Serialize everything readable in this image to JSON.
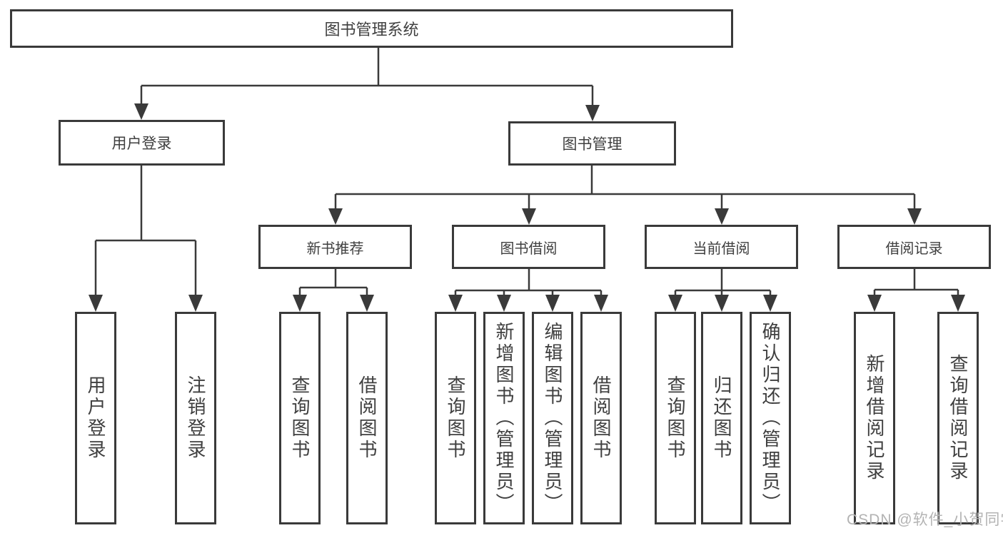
{
  "tree": {
    "root": "图书管理系统",
    "children": [
      {
        "label": "用户登录",
        "children": [
          "用户登录",
          "注销登录"
        ]
      },
      {
        "label": "图书管理",
        "children": [
          {
            "label": "新书推荐",
            "children": [
              "查询图书",
              "借阅图书"
            ]
          },
          {
            "label": "图书借阅",
            "children": [
              "查询图书",
              "新增图书（管理员）",
              "编辑图书（管理员）",
              "借阅图书"
            ]
          },
          {
            "label": "当前借阅",
            "children": [
              "查询图书",
              "归还图书",
              "确认归还（管理员）"
            ]
          },
          {
            "label": "借阅记录",
            "children": [
              "新增借阅记录",
              "查询借阅记录"
            ]
          }
        ]
      }
    ]
  },
  "watermark": {
    "text": "CSDN @软件_小贺同学"
  },
  "colors": {
    "line": "#3a3a3a",
    "text": "#3f3f3f",
    "watermark": "#b3b3b3",
    "background": "#ffffff"
  }
}
